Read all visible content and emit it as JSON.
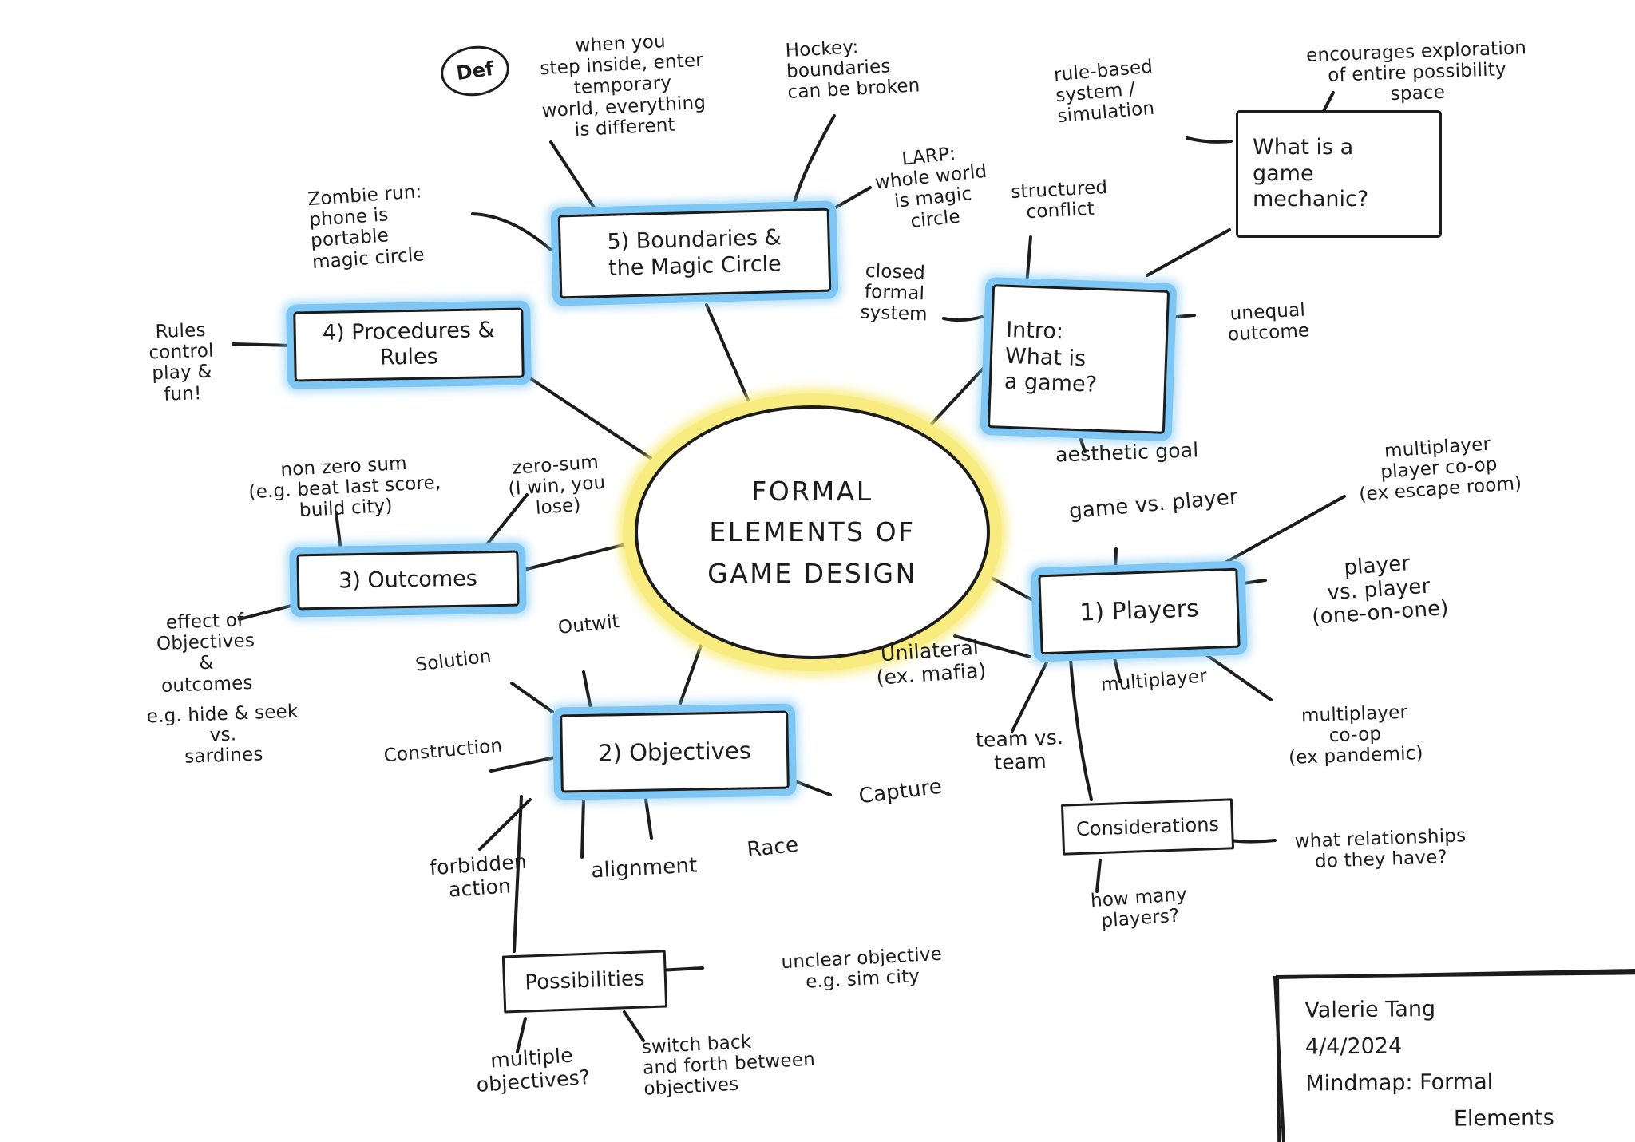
{
  "center": {
    "label": "FORMAL\nELEMENTS OF\nGAME DESIGN"
  },
  "boxes": {
    "players": "1) Players",
    "objectives": "2) Objectives",
    "outcomes": "3) Outcomes",
    "procedures": "4) Procedures &\nRules",
    "boundaries": "5) Boundaries &\nthe Magic Circle",
    "intro": "Intro:\nWhat is\na game?",
    "mechanic": "What is a\ngame\nmechanic?",
    "possibilities": "Possibilities",
    "considerations": "Considerations"
  },
  "notes": {
    "def": "Def",
    "def_text": "when you\nstep inside, enter\ntemporary\nworld, everything\nis different",
    "hockey": "Hockey:\nboundaries\ncan be broken",
    "larp": "LARP:\nwhole world\nis magic\ncircle",
    "zombie": "Zombie run:\nphone is\nportable\nmagic circle",
    "closed_formal": "closed\nformal\nsystem",
    "rule_based": "rule-based\nsystem /\nsimulation",
    "encourages": "encourages exploration\nof entire possibility\nspace",
    "structured": "structured\nconflict",
    "unequal": "unequal\noutcome",
    "aesthetic": "aesthetic goal",
    "rules_control": "Rules\ncontrol\nplay &\nfun!",
    "non_zero_sum": "non zero sum\n(e.g. beat last score,\nbuild city)",
    "zero_sum": "zero-sum\n(I win, you\nlose)",
    "effect": "effect of\nObjectives\n&\noutcomes",
    "hide_seek": "e.g. hide & seek\nvs.\nsardines",
    "outwit": "Outwit",
    "solution": "Solution",
    "construction": "Construction",
    "capture": "Capture",
    "race": "Race",
    "alignment": "alignment",
    "forbidden": "forbidden\naction",
    "unclear": "unclear objective\ne.g. sim city",
    "multiple": "multiple\nobjectives?",
    "switch": "switch back\nand forth between\nobjectives",
    "game_vs_player": "game vs. player",
    "mp_player_coop": "multiplayer\nplayer co-op\n(ex escape room)",
    "pvp": "player\nvs. player\n(one-on-one)",
    "unilateral": "Unilateral\n(ex. mafia)",
    "multiplayer": "multiplayer",
    "team_vs_team": "team vs.\nteam",
    "mp_coop": "multiplayer\nco-op\n(ex pandemic)",
    "relationships": "what relationships\ndo they have?",
    "how_many": "how many\nplayers?"
  },
  "signature": {
    "name": "Valerie Tang",
    "date": "4/4/2024",
    "caption_line1": "Mindmap: Formal",
    "caption_line2": "Elements"
  },
  "colors": {
    "ink": "#1c1c1c",
    "highlight_blue": "#7ec6f4",
    "highlight_yellow": "#f8ec80"
  }
}
